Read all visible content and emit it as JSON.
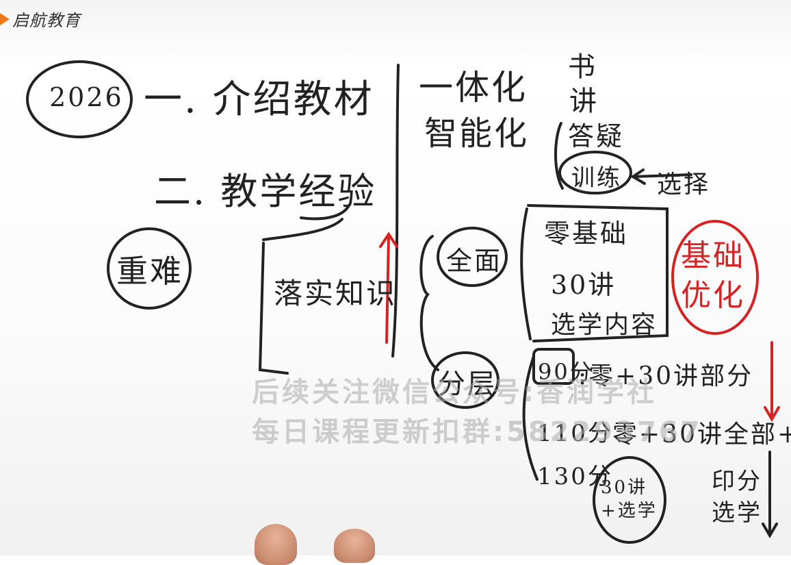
{
  "logo": {
    "text": "启航教育",
    "brand_color": "#f07a1a"
  },
  "notes": {
    "year": "2026",
    "item1": "一. 介绍教材",
    "item2": "二. 教学经验",
    "key_points": "重难",
    "implement": "落实知识",
    "integration": "一体化",
    "intelligent": "智能化",
    "side_book": "书",
    "side_lecture": "讲",
    "side_answer": "答疑",
    "train": "训练",
    "choose": "选择",
    "full": "全面",
    "zero": "零基础",
    "lectures30": "30讲",
    "send_content": "选学内容",
    "base_opt": "基础优化",
    "layered": "分层",
    "score90": "90分",
    "rule90": ":零+30讲部分",
    "score110": "110分、",
    "rule110": "零+30讲全部+",
    "score130": "130分",
    "rule130": "30讲+选学",
    "tail": "印分选学"
  },
  "watermark": {
    "line1": "后续关注微信公众号:香润学社",
    "line2": "每日课程更新扣群:582293767"
  },
  "colors": {
    "ink": "#222222",
    "red": "#d62222"
  }
}
